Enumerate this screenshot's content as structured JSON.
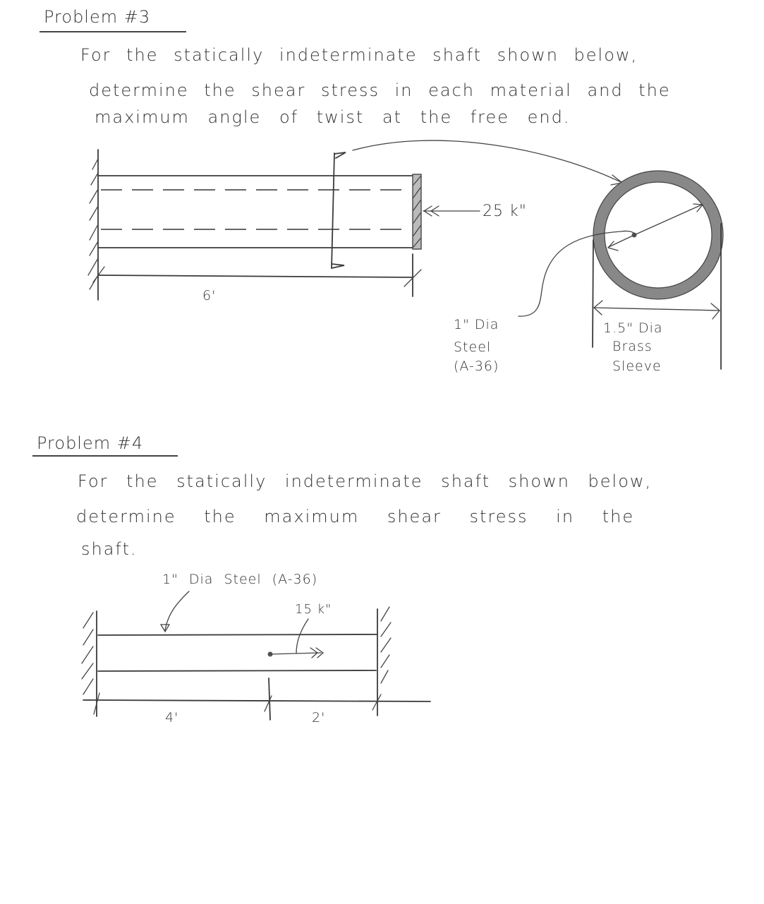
{
  "problems": [
    {
      "title": "Problem #3",
      "lines": [
        "For the statically indeterminate shaft shown below,",
        "determine the shear stress in each material and the",
        "maximum angle of twist at the free end."
      ],
      "diagram": {
        "length_label": "6'",
        "torque_label": "25 k\"",
        "core_label": [
          "1\" Dia",
          "Steel",
          "(A-36)"
        ],
        "sleeve_label": [
          "1.5\" Dia",
          "Brass",
          "Sleeve"
        ]
      }
    },
    {
      "title": "Problem #4",
      "lines": [
        "For the statically indeterminate shaft shown below,",
        "determine the maximum shear stress in the",
        "shaft."
      ],
      "diagram": {
        "material_label": "1\" Dia Steel (A-36)",
        "torque_label": "15 k\"",
        "segment_labels": [
          "4'",
          "2'"
        ]
      }
    }
  ]
}
